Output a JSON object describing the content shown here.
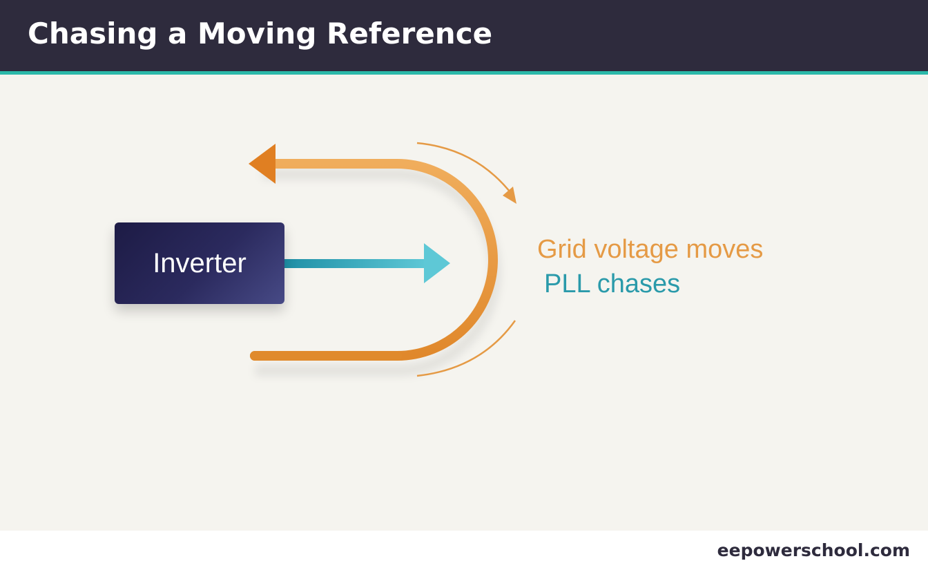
{
  "header": {
    "title": "Chasing a Moving Reference"
  },
  "diagram": {
    "inverter_label": "Inverter",
    "grid_label": "Grid voltage moves",
    "pll_label": "PLL chases"
  },
  "footer": {
    "brand": "eepowerschool.com"
  },
  "colors": {
    "header_bg": "#2e2b3d",
    "accent_teal": "#2bb9a9",
    "grid_orange": "#e59a45",
    "pll_teal": "#2a9aaa",
    "inverter_navy": "#1d1b45"
  },
  "icons": [
    "grid-voltage-u-arrow-icon",
    "pll-arrow-icon",
    "rotation-arc-icon"
  ]
}
